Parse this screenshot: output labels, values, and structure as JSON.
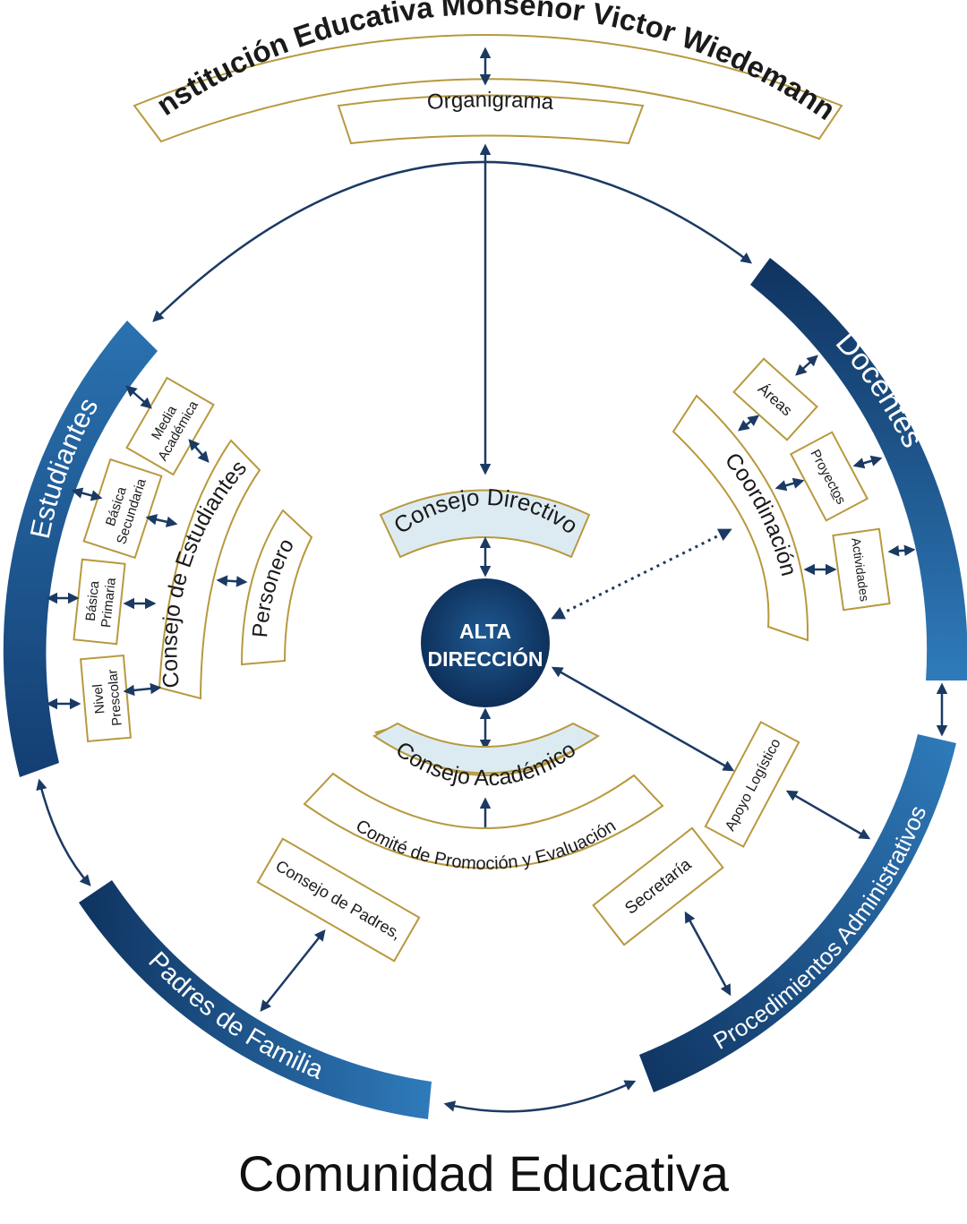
{
  "header": {
    "institution": "Institución Educativa Monseñor Victor Wiedemann",
    "subtitle": "Organigrama"
  },
  "center": {
    "line1": "ALTA",
    "line2": "DIRECCIÓN",
    "consejo_directivo": "Consejo Directivo",
    "consejo_academico": "Consejo Académico",
    "comite": "Comité de Promoción y Evaluación"
  },
  "outer_ring": {
    "estudiantes": "Estudiantes",
    "docentes": "Docentes",
    "procedimientos": "Procedimientos Administrativos",
    "padres": "Padres de Familia"
  },
  "estudiantes_group": {
    "media_1": "Media",
    "media_2": "Académica",
    "basica_sec_1": "Básica",
    "basica_sec_2": "Secundaria",
    "basica_pri_1": "Básica",
    "basica_pri_2": "Primaria",
    "nivel_1": "Nivel",
    "nivel_2": "Prescolar",
    "consejo_estudiantes": "Consejo de Estudiantes",
    "personero": "Personero"
  },
  "docentes_group": {
    "areas": "Áreas",
    "proyectos": "Proyecto̲s",
    "actividades": "Actividades",
    "coordinacion": "Coordinación"
  },
  "admin_group": {
    "apoyo": "Apoyo Logístico",
    "secretaria": "Secretaría"
  },
  "padres_group": {
    "consejo_padres": "Consejo de Padres,"
  },
  "footer": {
    "title": "Comunidad Educativa"
  },
  "colors": {
    "navy": "#0f3360",
    "blue": "#2a72b0",
    "gold": "#b8993e",
    "pale_blue": "#dcebf2"
  }
}
